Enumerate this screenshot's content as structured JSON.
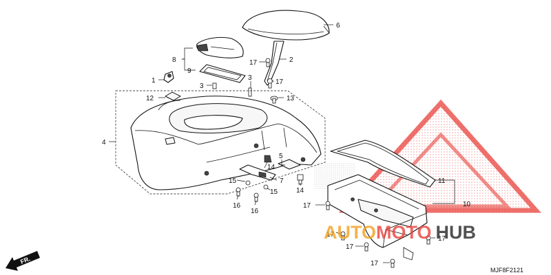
{
  "diagram": {
    "code": "MJF8F2121",
    "front_marker": "FR.",
    "callouts": {
      "c1": "1",
      "c2": "2",
      "c3a": "3",
      "c3b": "3",
      "c4": "4",
      "c5": "5",
      "c6": "6",
      "c7": "7",
      "c8": "8",
      "c9": "9",
      "c10": "10",
      "c11": "11",
      "c12": "12",
      "c13": "13",
      "c14a": "14",
      "c14b": "14",
      "c15a": "15",
      "c15b": "15",
      "c16a": "16",
      "c16b": "16",
      "c17a": "17",
      "c17b": "17",
      "c17c": "17",
      "c17d": "17",
      "c17e": "17",
      "c17f": "17",
      "c17g": "17"
    }
  },
  "watermark": {
    "part1": "AUTO",
    "part2": "MOTO",
    "part3": "HUB",
    "colors": {
      "accent": "#e8423c",
      "orange": "#f0a020",
      "dark": "#333333"
    }
  }
}
